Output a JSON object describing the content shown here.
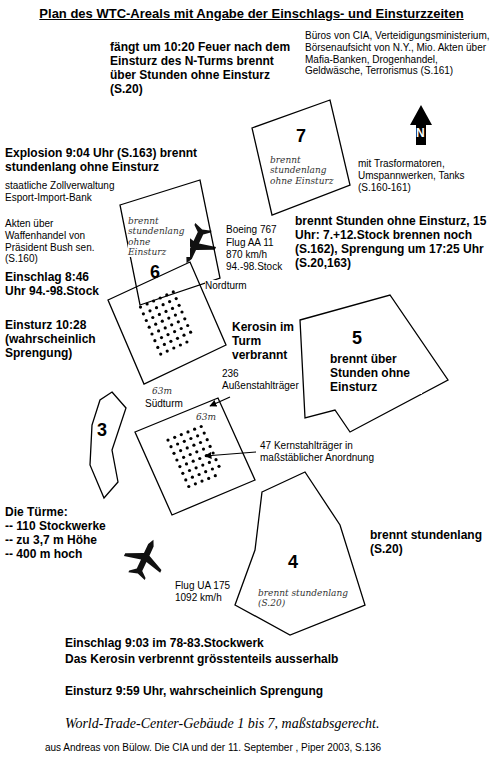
{
  "diagram": {
    "title": "Plan des WTC-Areals mit Angabe der Einschlags- und Einsturzzeiten",
    "caption": "World-Trade-Center-Gebäude 1 bis 7, maßstabsgerecht.",
    "nodes": [
      {
        "text": [
          "7",
          "brennt stundenlang ohne Einsturz"
        ]
      },
      {
        "text": [
          "6",
          "brennt stundenlang ohne Einsturz"
        ]
      },
      {
        "text": [
          "Nordturm"
        ]
      },
      {
        "text": [
          "5",
          "brennt über Stunden ohne Einsturz"
        ]
      },
      {
        "text": [
          "3"
        ]
      },
      {
        "text": [
          "Südturm"
        ]
      },
      {
        "text": [
          "4",
          "brennt stundenlang (S.20)"
        ]
      }
    ],
    "labels": [
      "fängt um 10:20 Feuer nach dem Einsturz des N-Turms brennt über Stunden ohne Einsturz (S.20)",
      "Büros von CIA, Verteidigungsministerium, Börsenaufsicht von N.Y., Mio. Akten über Mafia-Banken, Drogenhandel, Geldwäsche, Terrorismus (S.161)",
      "N",
      "mit Trasformatoren, Umspannwerken, Tanks (S.160-161)",
      "brennt Stunden ohne Einsturz, 15 Uhr: 7.+12.Stock brennen noch (S.162), Sprengung um 17:25 Uhr (S.20,163)",
      "Explosion 9:04 Uhr (S.163) brennt stundenlang ohne Einsturz",
      "staatliche Zollverwaltung Esport-Import-Bank",
      "Akten über Waffenhandel von Präsident Bush sen. (S.160)",
      "Boeing 767",
      "Flug AA 11 870 km/h 94.-98.Stock",
      "Einschlag 8:46 Uhr 94.-98.Stock",
      "Einsturz 10:28 (wahrscheinlich Sprengung)",
      "Kerosin im Turm verbrannt",
      "63m",
      "236 Außenstahlträger",
      "47 Kernstahlträger in maßstäblicher Anordnung",
      "63m",
      "Die Türme:",
      "-- 110 Stockwerke",
      "-- zu 3,7 m Höhe",
      "-- 400 m hoch",
      "Flug UA 175 1092 km/h",
      "brennt stundenlang (S.20)",
      "Einschlag 9:03 im 78-83.Stockwerk",
      "Das Kerosin verbrennt grösstenteils ausserhalb",
      "Einsturz 9:59 Uhr, wahrscheinlich Sprengung",
      "aus Andreas von Bülow. Die CIA und der 11. September , Piper 2003, S.136"
    ]
  }
}
